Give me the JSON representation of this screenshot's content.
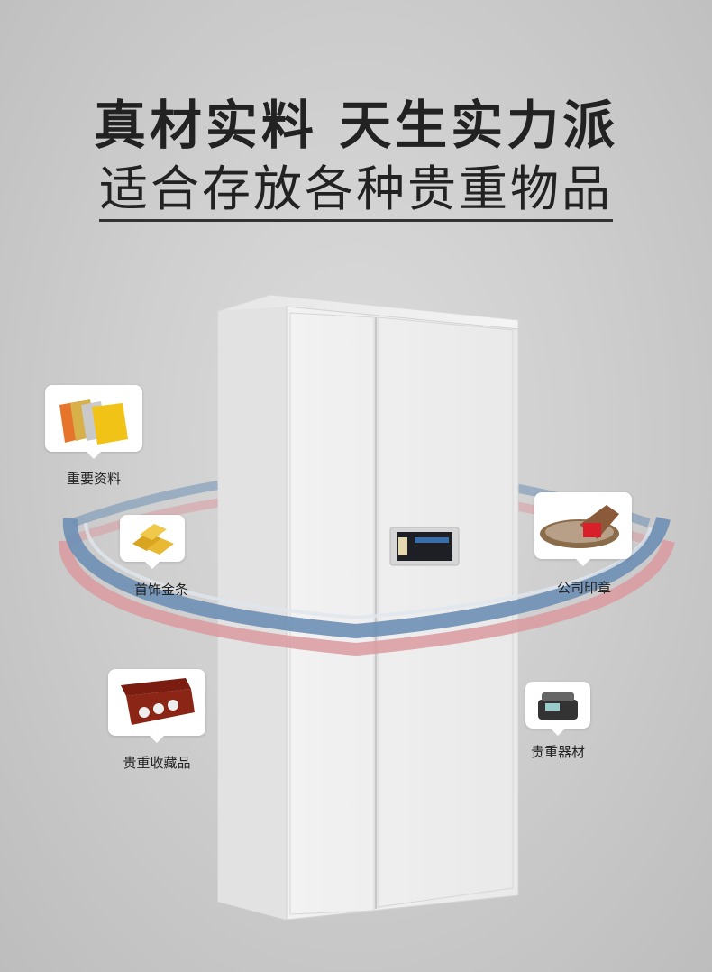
{
  "headline": {
    "line1": "真材实料 天生实力派",
    "line2": "适合存放各种贵重物品"
  },
  "items": [
    {
      "label": "重要资料",
      "icon": "folders-icon"
    },
    {
      "label": "首饰金条",
      "icon": "gold-bars-icon"
    },
    {
      "label": "贵重收藏品",
      "icon": "collection-box-icon"
    },
    {
      "label": "公司印章",
      "icon": "seal-stamp-icon"
    },
    {
      "label": "贵重器材",
      "icon": "money-counter-icon"
    }
  ],
  "colors": {
    "ring_blue": "#6d8fb5",
    "ring_red": "#d99aa0",
    "cabinet": "#eeeeee"
  }
}
